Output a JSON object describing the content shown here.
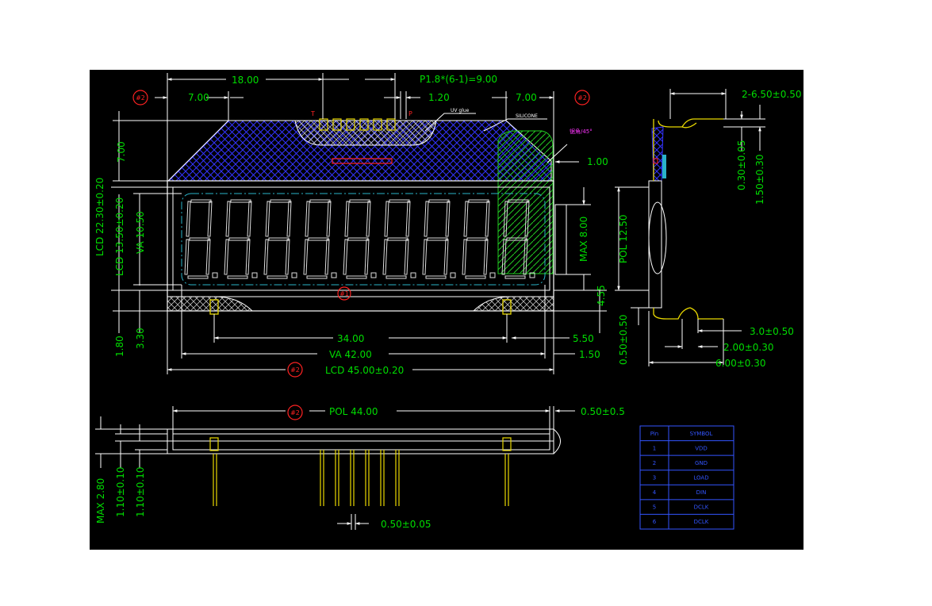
{
  "dimensions": {
    "top_pitch": "P1.8*(6-1)=9.00",
    "top_18": "18.00",
    "top_7_left": "7.00",
    "top_7_right": "7.00",
    "top_120": "1.20",
    "uv_glue": "UV glue",
    "silicone": "SILICONE",
    "note_magenta": "锯角/45°",
    "gap_100": "1.00",
    "max_800": "MAX 8.00",
    "pol_1250": "POL 12.50",
    "dim_455": "4.55",
    "dim_050_050": "0.50±0.50",
    "lcd_2230": "LCD 22.30±0.20",
    "lcd_1350": "LCD 13.50±0.20",
    "va_1050": "VA 10.50",
    "left_700": "7.00",
    "left_180": "1.80",
    "left_330": "3.30",
    "pin_span_3400": "34.00",
    "dim_550": "5.50",
    "va_4200": "VA 42.00",
    "dim_150": "1.50",
    "lcd_4500": "LCD 45.00±0.20",
    "pol_4400": "POL 44.00",
    "dim_050_05": "0.50±0.5",
    "max_280": "MAX 2.80",
    "dim_110_a": "1.10±0.10",
    "dim_110_b": "1.10±0.10",
    "pin_width": "0.50±0.05",
    "side_650": "2-6.50±0.50",
    "side_030": "0.30±0.05",
    "side_150": "1.50±0.30",
    "side_300": "3.0±0.50",
    "side_200": "2.00±0.30",
    "side_600": "6.00±0.30",
    "circle_mark": "#2",
    "glue_mark": "#1",
    "mark_T": "T",
    "mark_P": "P"
  },
  "pin_table": {
    "header": {
      "pin": "Pin",
      "symbol": "SYMBOL"
    },
    "rows": [
      {
        "pin": "1",
        "symbol": "VDD"
      },
      {
        "pin": "2",
        "symbol": "GND"
      },
      {
        "pin": "3",
        "symbol": "LOAD"
      },
      {
        "pin": "4",
        "symbol": "DIN"
      },
      {
        "pin": "5",
        "symbol": "DCLK"
      },
      {
        "pin": "6",
        "symbol": "DCLK"
      }
    ]
  },
  "display": {
    "digit_count": 9
  },
  "colors": {
    "dimension": "#00dd00",
    "outline": "#ffffff",
    "pins": "#e8d800",
    "hatch_blue": "#3333ff",
    "table": "#3355ff",
    "marker": "#ff2222",
    "background": "#000000"
  }
}
